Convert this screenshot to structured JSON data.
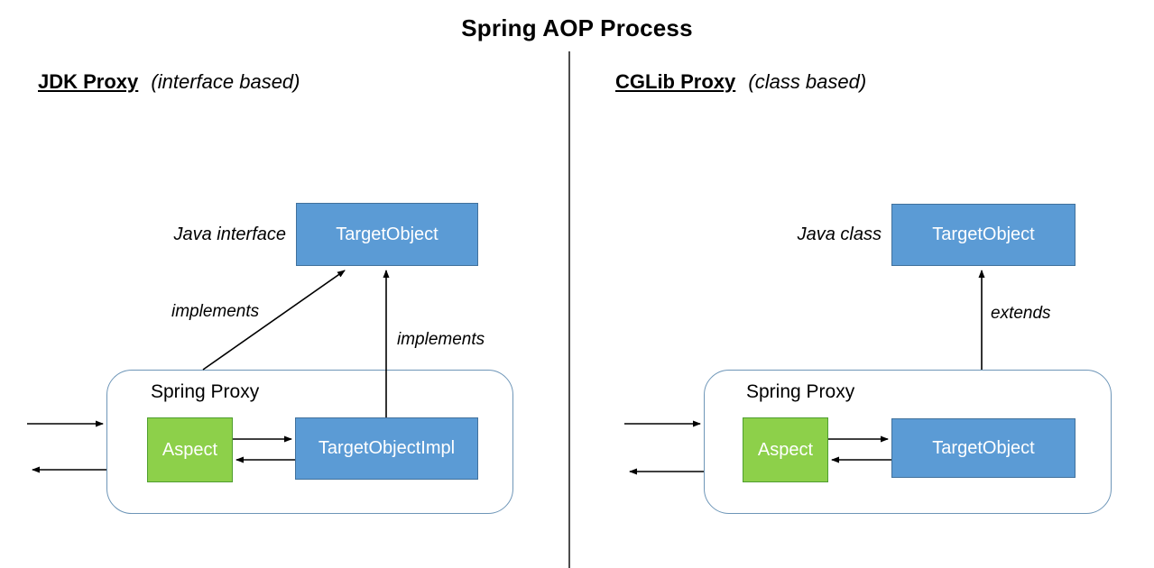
{
  "title": "Spring AOP Process",
  "left_panel": {
    "heading": "JDK Proxy",
    "heading_qualifier": "(interface based)",
    "type_label": "Java interface",
    "target_box_label": "TargetObject",
    "diagonal_arrow_label": "implements",
    "vertical_arrow_label": "implements",
    "proxy_container_label": "Spring Proxy",
    "aspect_box_label": "Aspect",
    "impl_box_label": "TargetObjectImpl"
  },
  "right_panel": {
    "heading": "CGLib Proxy",
    "heading_qualifier": "(class based)",
    "type_label": "Java class",
    "target_box_label": "TargetObject",
    "vertical_arrow_label": "extends",
    "proxy_container_label": "Spring Proxy",
    "aspect_box_label": "Aspect",
    "impl_box_label": "TargetObject"
  },
  "colors": {
    "blue_box_fill": "#5B9BD5",
    "blue_box_border": "#41719C",
    "green_box_fill": "#8DD04A",
    "green_box_border": "#4F9E2F",
    "container_border": "#6E96B8",
    "divider": "#4D4D4D",
    "arrow": "#000000",
    "text": "#000000"
  }
}
